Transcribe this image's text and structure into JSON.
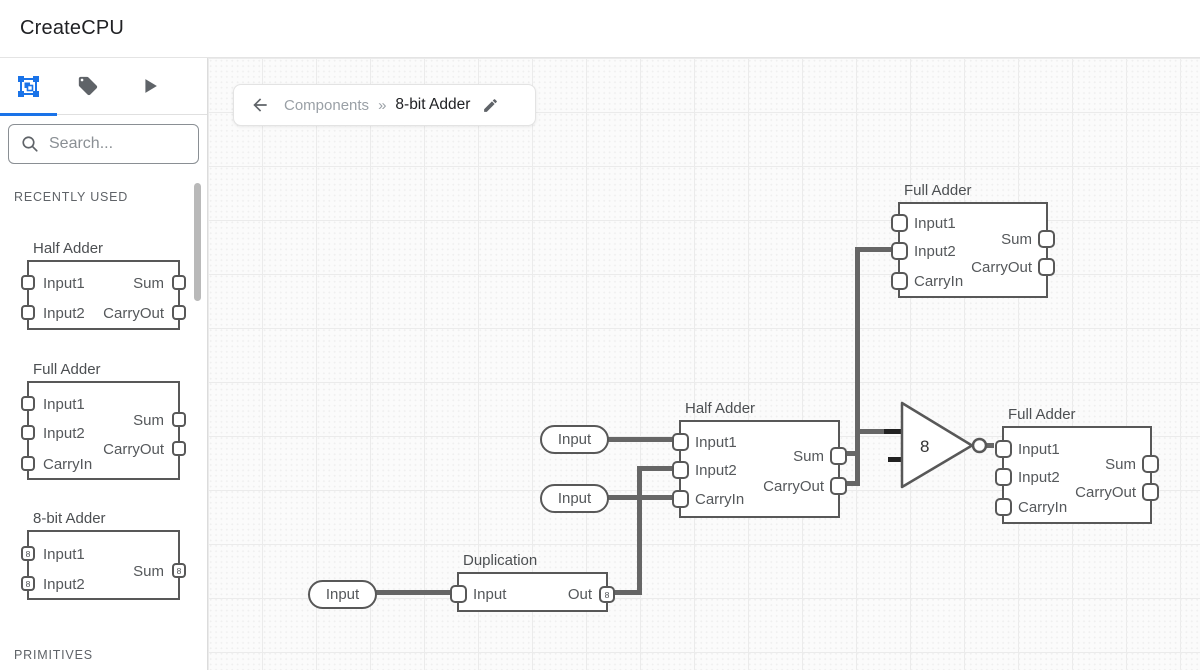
{
  "header": {
    "title": "CreateCPU"
  },
  "sidebar": {
    "tabs": [
      {
        "icon": "components-icon",
        "active": true
      },
      {
        "icon": "tag-icon",
        "active": false
      },
      {
        "icon": "play-icon",
        "active": false
      }
    ],
    "search": {
      "placeholder": "Search..."
    },
    "sections": {
      "recent": "RECENTLY USED",
      "primitives": "PRIMITIVES"
    },
    "previews": [
      {
        "title": "Half Adder",
        "ports": {
          "in1": "Input1",
          "in2": "Input2",
          "out1": "Sum",
          "out2": "CarryOut"
        }
      },
      {
        "title": "Full Adder",
        "ports": {
          "in1": "Input1",
          "in2": "Input2",
          "in3": "CarryIn",
          "out1": "Sum",
          "out2": "CarryOut"
        }
      },
      {
        "title": "8-bit Adder",
        "bus_width": "8",
        "ports": {
          "in1": "Input1",
          "in2": "Input2",
          "out1": "Sum"
        }
      }
    ]
  },
  "breadcrumb": {
    "parent": "Components",
    "separator": "»",
    "current": "8-bit Adder"
  },
  "canvas": {
    "nodes": [
      {
        "title": "Full Adder",
        "ports": {
          "in1": "Input1",
          "in2": "Input2",
          "in3": "CarryIn",
          "out1": "Sum",
          "out2": "CarryOut"
        }
      },
      {
        "title": "Half Adder",
        "ports": {
          "in1": "Input1",
          "in2": "Input2",
          "in3": "CarryIn",
          "out1": "Sum",
          "out2": "CarryOut"
        }
      },
      {
        "title": "Full Adder",
        "ports": {
          "in1": "Input1",
          "in2": "Input2",
          "in3": "CarryIn",
          "out1": "Sum",
          "out2": "CarryOut"
        }
      },
      {
        "title": "Duplication",
        "bus_width": "8",
        "ports": {
          "in1": "Input",
          "out1": "Out"
        }
      },
      {
        "label": "Input"
      },
      {
        "label": "Input"
      },
      {
        "label": "Input"
      },
      {
        "label": "8"
      }
    ]
  },
  "colors": {
    "accent": "#1a73e8",
    "wire": "#666666",
    "border": "#585858"
  }
}
